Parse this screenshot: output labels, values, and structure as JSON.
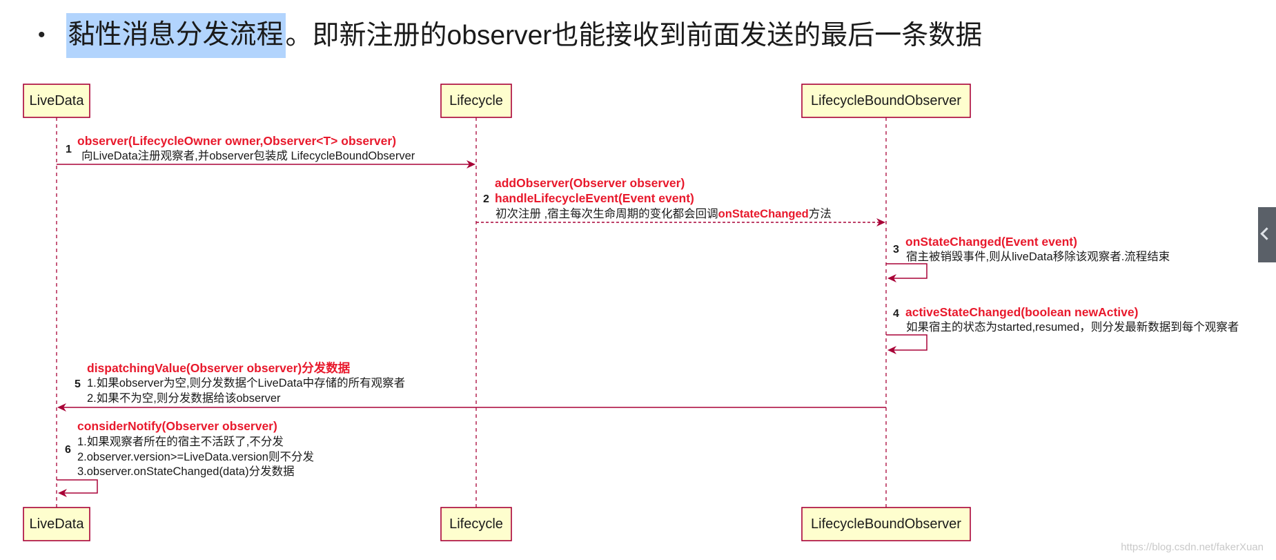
{
  "header": {
    "bullet": "•",
    "highlight": "黏性消息分发流程",
    "rest": "。即新注册的observer也能接收到前面发送的最后一条数据"
  },
  "participants": {
    "livedata": "LiveData",
    "lifecycle": "Lifecycle",
    "observer": "LifecycleBoundObserver"
  },
  "messages": [
    {
      "number": "1",
      "title": "observer(LifecycleOwner owner,Observer<T> observer)",
      "lines": [
        "向LiveData注册观察者,并observer包装成  LifecycleBoundObserver"
      ]
    },
    {
      "number": "2",
      "title": "addObserver(Observer observer)",
      "title2": "handleLifecycleEvent(Event event)",
      "line_pre": "初次注册  ,宿主每次生命周期的变化都会回调",
      "line_red": "onStateChanged",
      "line_post": "方法"
    },
    {
      "number": "3",
      "title": "onStateChanged(Event event)",
      "lines": [
        "宿主被销毁事件,则从liveData移除该观察者.流程结束"
      ]
    },
    {
      "number": "4",
      "title": "activeStateChanged(boolean newActive)",
      "lines": [
        "如果宿主的状态为started,resumed，则分发最新数据到每个观察者"
      ]
    },
    {
      "number": "5",
      "title": "dispatchingValue(Observer observer)分发数据",
      "lines": [
        "1.如果observer为空,则分发数据个LiveData中存储的所有观察者",
        "2.如果不为空,则分发数据给该observer"
      ]
    },
    {
      "number": "6",
      "title": "considerNotify(Observer observer)",
      "lines": [
        "1.如果观察者所在的宿主不活跃了,不分发",
        "2.observer.version>=LiveData.version则不分发",
        "3.observer.onStateChanged(data)分发数据"
      ]
    }
  ],
  "watermark": "https://blog.csdn.net/fakerXuan",
  "colors": {
    "accent_red": "#e8192c",
    "line": "#a80036",
    "box_fill": "#fefece",
    "highlight": "#b2d4fd"
  }
}
